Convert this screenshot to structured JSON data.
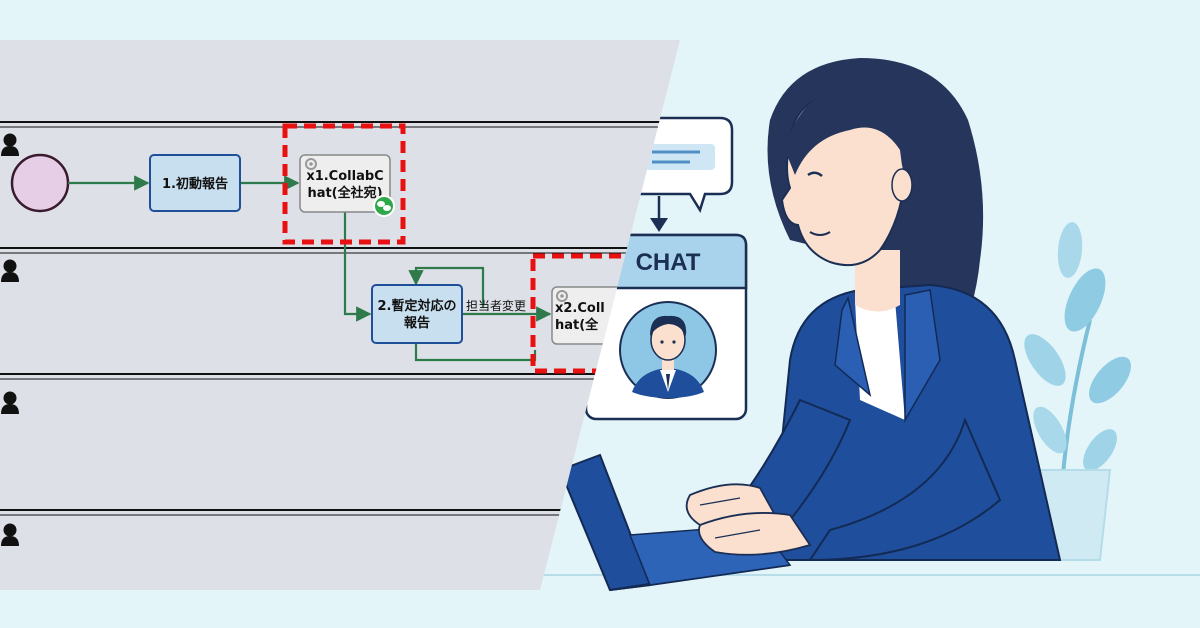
{
  "diagram": {
    "start_event": {
      "label": ""
    },
    "tasks": [
      {
        "id": "t1",
        "line1": "1.初動報告",
        "line2": ""
      },
      {
        "id": "t2",
        "line1": "2.暫定対応の",
        "line2": "報告"
      }
    ],
    "connector_tasks": [
      {
        "id": "c1",
        "line1": "x1.CollabC",
        "line2": "hat(全社宛)"
      },
      {
        "id": "c2",
        "line1": "x2.Coll",
        "line2": "hat(全"
      }
    ],
    "edge_labels": {
      "assignee_change": "担当者変更"
    },
    "lanes": [
      {
        "icon": "person-icon"
      },
      {
        "icon": "person-icon"
      },
      {
        "icon": "person-icon"
      },
      {
        "icon": "person-icon"
      }
    ]
  },
  "illustration": {
    "chat_card_title": "CHAT",
    "icons": [
      "speech-bubble-icon",
      "arrow-down-icon",
      "avatar-man-icon",
      "woman-typing-illustration",
      "plant-illustration"
    ]
  },
  "colors": {
    "background": "#e3f5f8",
    "diagram_panel": "#dde0e7",
    "task_fill": "#c8dff0",
    "task_border": "#1f4f99",
    "start_fill": "#e6cfe6",
    "connector_fill": "#eeeeee",
    "highlight_dash": "#e81010",
    "flow_arrow": "#2f7a4a",
    "chat_header": "#a9d3ec",
    "suit": "#1f4f9c"
  }
}
